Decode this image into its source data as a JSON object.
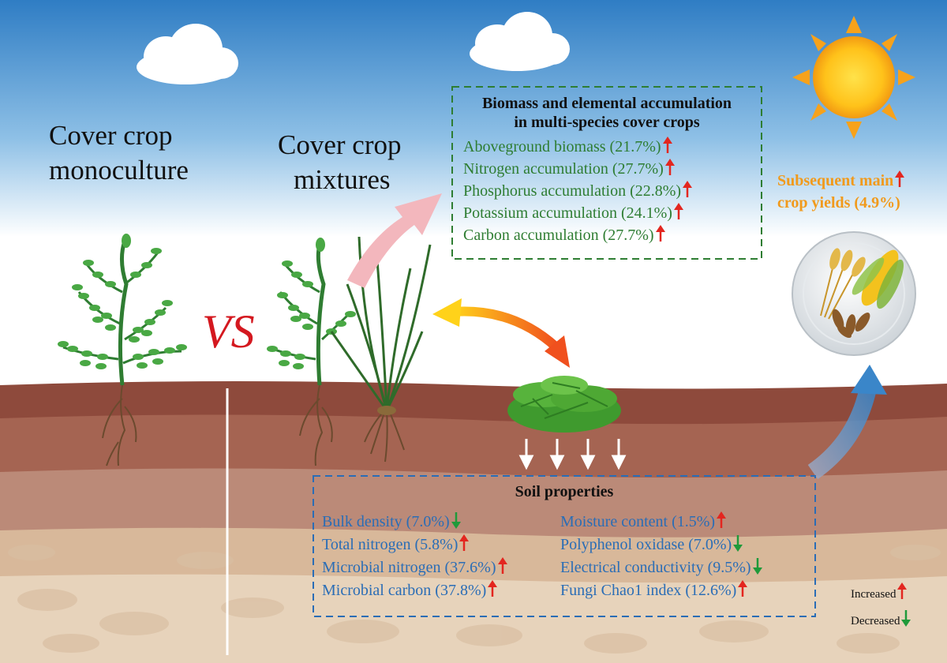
{
  "headings": {
    "monoculture_line1": "Cover crop",
    "monoculture_line2": "monoculture",
    "mixtures_line1": "Cover crop",
    "mixtures_line2": "mixtures",
    "vs": "VS"
  },
  "biomass_box": {
    "title_line1": "Biomass and elemental accumulation",
    "title_line2": "in multi-species cover crops",
    "items": [
      {
        "label": "Aboveground biomass (21.7%)",
        "trend": "up"
      },
      {
        "label": "Nitrogen accumulation  (27.7%)",
        "trend": "up"
      },
      {
        "label": "Phosphorus  accumulation (22.8%)",
        "trend": "up"
      },
      {
        "label": "Potassium  accumulation  (24.1%)",
        "trend": "up"
      },
      {
        "label": "Carbon  accumulation (27.7%)",
        "trend": "up"
      }
    ]
  },
  "yield": {
    "line1": "Subsequent main",
    "line2": "crop yields (4.9%)",
    "trend": "up"
  },
  "soil_box": {
    "title": "Soil properties",
    "left_items": [
      {
        "label": "Bulk density (7.0%)",
        "trend": "down"
      },
      {
        "label": "Total nitrogen (5.8%)",
        "trend": "up"
      },
      {
        "label": "Microbial nitrogen (37.6%)",
        "trend": "up"
      },
      {
        "label": "Microbial carbon (37.8%)",
        "trend": "up"
      }
    ],
    "right_items": [
      {
        "label": "Moisture content (1.5%)",
        "trend": "up"
      },
      {
        "label": "Polyphenol oxidase (7.0%)",
        "trend": "down"
      },
      {
        "label": "Electrical conductivity (9.5%)",
        "trend": "down"
      },
      {
        "label": "Fungi Chao1 index (12.6%)",
        "trend": "up"
      }
    ]
  },
  "legend": {
    "increased": "Increased",
    "decreased": "Decreased"
  },
  "colors": {
    "increase_arrow": "#e3261f",
    "decrease_arrow": "#1f9a3a",
    "biomass_text": "#2e7d32",
    "soil_text": "#2a6db6",
    "yield_text": "#f19a1b",
    "vs_text": "#d4181f"
  }
}
